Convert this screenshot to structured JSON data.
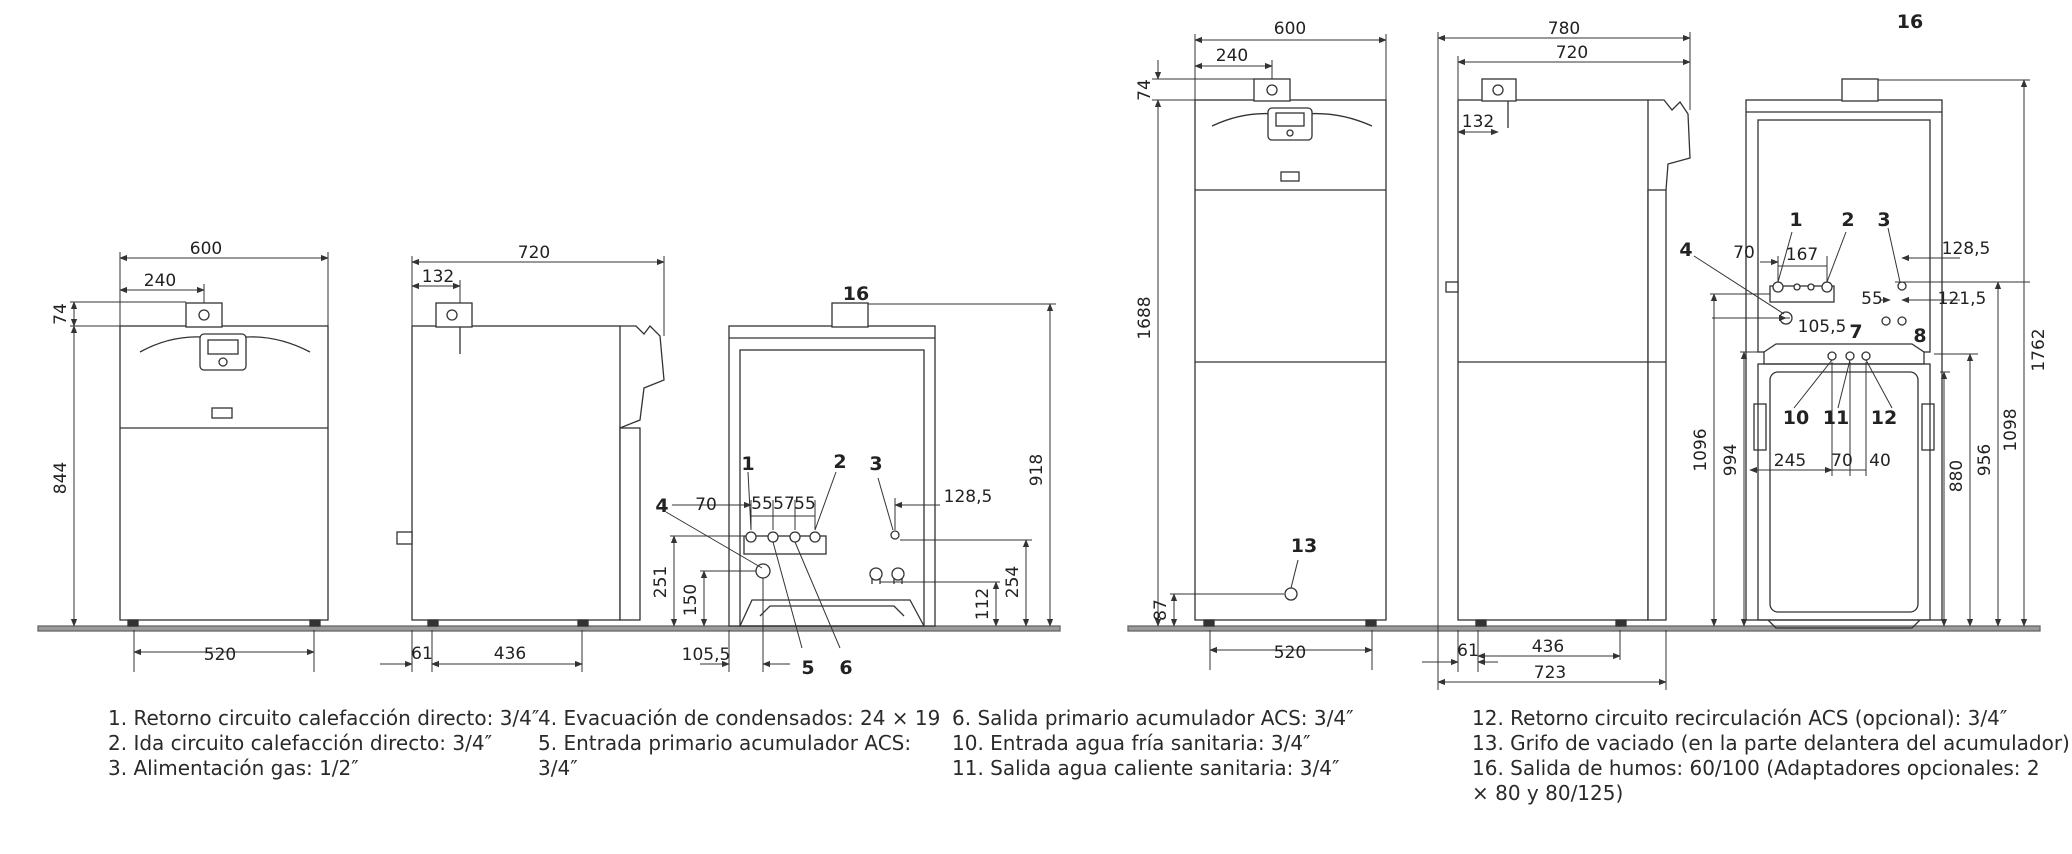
{
  "views": {
    "left_front": {
      "w600": "600",
      "w240": "240",
      "h74": "74",
      "h844": "844",
      "w520": "520"
    },
    "left_side": {
      "w720": "720",
      "w132": "132",
      "w61": "61",
      "w436": "436"
    },
    "left_rear": {
      "callout_16": "16",
      "h918": "918",
      "callout_1": "1",
      "callout_2": "2",
      "callout_3": "3",
      "callout_4": "4",
      "callout_5": "5",
      "callout_6": "6",
      "w70": "70",
      "w55a": "55",
      "w57": "57",
      "w55b": "55",
      "w128_5": "128,5",
      "h251": "251",
      "h150": "150",
      "h112": "112",
      "h254": "254",
      "w105_5": "105,5"
    },
    "right_front": {
      "w600": "600",
      "w240": "240",
      "h74": "74",
      "h1688": "1688",
      "callout_13": "13",
      "h87": "87",
      "w520": "520"
    },
    "right_side": {
      "w780": "780",
      "w720": "720",
      "w132": "132",
      "w61": "61",
      "w436": "436",
      "w723": "723"
    },
    "right_rear": {
      "callout_16": "16",
      "callout_1": "1",
      "callout_2": "2",
      "callout_3": "3",
      "callout_4": "4",
      "callout_7": "7",
      "callout_8": "8",
      "callout_10": "10",
      "callout_11": "11",
      "callout_12": "12",
      "w70": "70",
      "w167": "167",
      "w128_5": "128,5",
      "w55": "55",
      "w121_5": "121,5",
      "w105_5": "105,5",
      "w245": "245",
      "w70b": "70",
      "w40": "40",
      "h1096": "1096",
      "h994": "994",
      "h880": "880",
      "h956": "956",
      "h1098": "1098",
      "h1762": "1762"
    }
  },
  "legend": {
    "col1": [
      "1. Retorno circuito calefacción directo: 3/4″",
      "2. Ida circuito calefacción directo: 3/4″",
      "3. Alimentación gas: 1/2″"
    ],
    "col2": [
      "4. Evacuación de condensados: 24 × 19",
      "5. Entrada primario acumulador ACS: 3/4″"
    ],
    "col3": [
      "6. Salida primario acumulador ACS: 3/4″",
      "10. Entrada agua fría sanitaria: 3/4″",
      "11. Salida agua caliente sanitaria: 3/4″"
    ],
    "col4": [
      "12. Retorno circuito recirculación ACS (opcional): 3/4″",
      "13. Grifo de vaciado (en la parte delantera del acumulador)",
      "16. Salida de humos: 60/100 (Adaptadores opcionales: 2 × 80 y 80/125)"
    ]
  }
}
